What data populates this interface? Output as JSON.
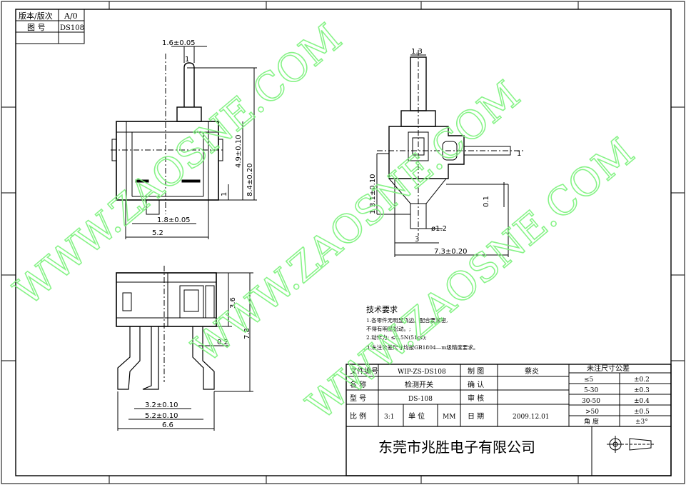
{
  "revision_box": {
    "version_label": "版本/版次",
    "version_value": "A/0",
    "drawing_no_label": "图  号",
    "drawing_no_value": "DS108"
  },
  "views": {
    "front": {
      "dims": {
        "top_width": "1.6±0.05",
        "lever_thickness": "1",
        "total_height": "8.4±0.20",
        "body_height": "4.9±0.10",
        "small_height": "1",
        "bottom_tab": "1.8±0.05",
        "bottom_width": "5.2"
      }
    },
    "side": {
      "dims": {
        "top_width": "1.3",
        "lever_thickness": "1",
        "body_height": "3.1±0.10",
        "tab_1": "1",
        "tab_2": "0.1",
        "pin_dia": "ø1.2",
        "pin_offset": "3",
        "total_width": "7.3±0.20"
      }
    },
    "bottom": {
      "dims": {
        "inner_height": "3.6",
        "total_height": "7.8",
        "gap": "0.2",
        "pitch": "3.2±0.10",
        "body_width": "5.2±0.10",
        "total_width": "6.6"
      }
    }
  },
  "tech_requirements": {
    "title": "技术要求",
    "items": [
      "1.各零件无明显飞边。配合要紧密,",
      "  不得有明显松动。;",
      "2.动作力: ≤0.5N(51gf);",
      "3.未注公差尺寸均按GB1804—m级精度要求。"
    ]
  },
  "title_block": {
    "rows": [
      {
        "label": "文件编号",
        "value": "WIP-ZS-DS108",
        "label2": "制  图",
        "value2": "蔡炎"
      },
      {
        "label": "名  称",
        "value": "检测开关",
        "label2": "确  认",
        "value2": ""
      },
      {
        "label": "型  号",
        "value": "DS-108",
        "label2": "审  核",
        "value2": ""
      },
      {
        "label": "比  例",
        "value": "3:1",
        "unit_label": "单  位",
        "unit_value": "MM",
        "label2": "日  期",
        "value2": "2009.12.01"
      }
    ],
    "company": "东莞市兆胜电子有限公司"
  },
  "tolerance_table": {
    "title": "未注尺寸公差",
    "rows": [
      {
        "range": "≤5",
        "tol": "±0.2"
      },
      {
        "range": "5-30",
        "tol": "±0.3"
      },
      {
        "range": "30-50",
        "tol": "±0.4"
      },
      {
        "range": ">50",
        "tol": "±0.5"
      },
      {
        "range": "角  度",
        "tol": "±3°"
      }
    ]
  },
  "watermark": "WWW.ZAOSNE.COM"
}
